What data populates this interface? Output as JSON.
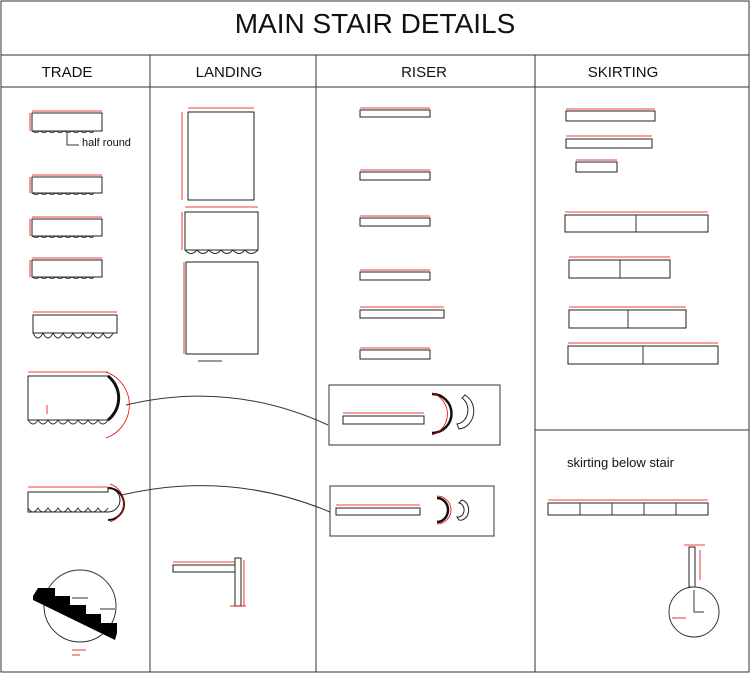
{
  "title": "MAIN STAIR DETAILS",
  "columns": [
    {
      "label": "TRADE"
    },
    {
      "label": "LANDING"
    },
    {
      "label": "RISER"
    },
    {
      "label": "SKIRTING"
    }
  ],
  "annotations": {
    "half_round": "half round",
    "skirting_below_stair": "skirting below stair"
  },
  "colors": {
    "dimension": "#e00000",
    "line": "#222222"
  }
}
